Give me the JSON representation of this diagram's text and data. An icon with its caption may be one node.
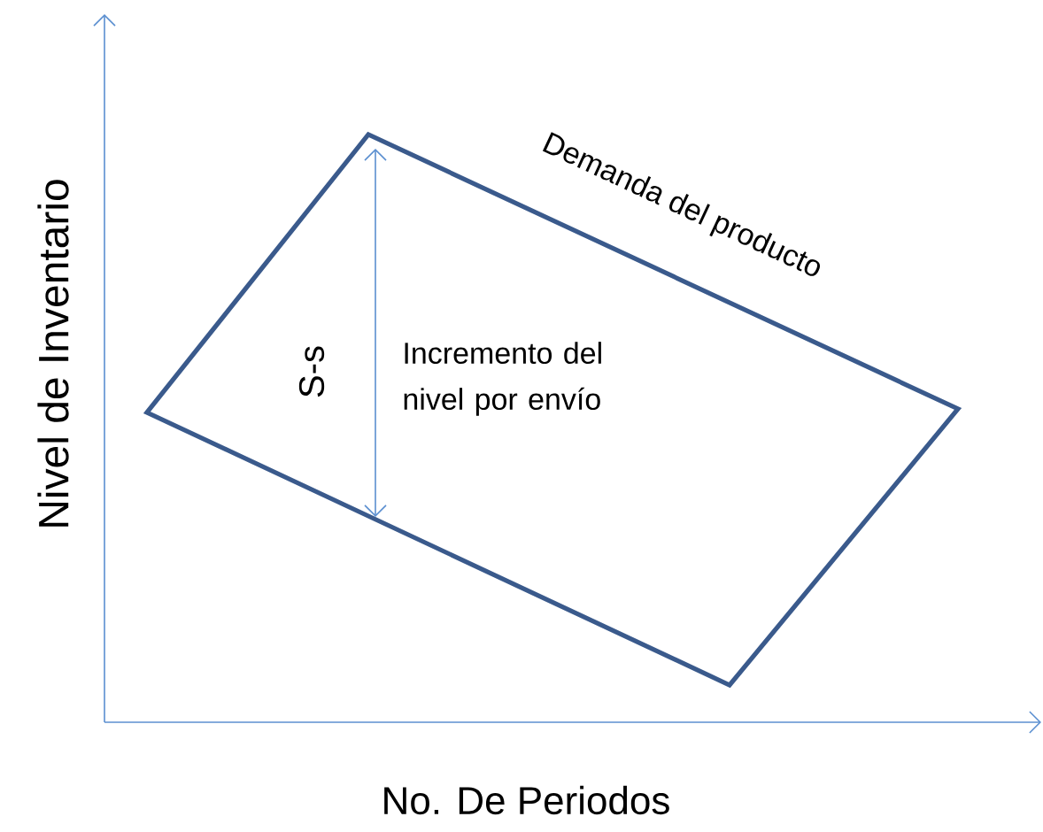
{
  "diagram": {
    "labels": [
      "Nivel de Inventario",
      "No. De Periodos",
      "Demanda del producto",
      "S-s",
      "Incremento del nivel por envío"
    ]
  }
}
